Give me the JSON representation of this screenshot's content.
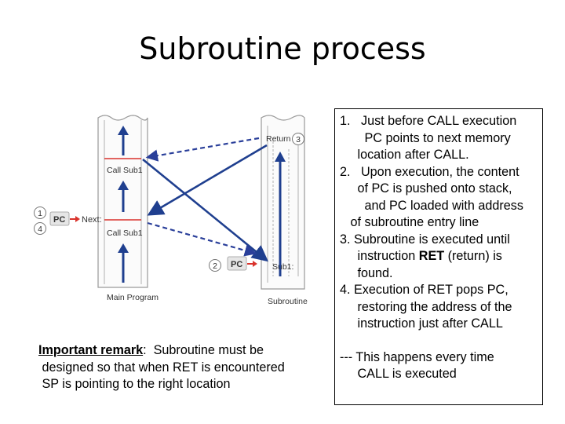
{
  "slide": {
    "title": "Subroutine process"
  },
  "diagram": {
    "main_program_label": "Main Program",
    "subroutine_label": "Subroutine",
    "call_sub1_top": "Call Sub1",
    "call_sub1_bottom": "Call Sub1",
    "next_label": "Next:",
    "pc_label_left": "PC",
    "pc_label_right": "PC",
    "return_label": "Return",
    "sub1_label": "Sub1:",
    "marker_1": "1",
    "marker_2": "2",
    "marker_3": "3",
    "marker_4": "4"
  },
  "steps": {
    "line1": "1.   Just before CALL execution",
    "line2": "       PC points to next memory",
    "line3": "     location after CALL.",
    "line4": "2.   Upon execution, the content",
    "line5": "     of PC is pushed onto stack,",
    "line6": "       and PC loaded with address",
    "line7": "   of subroutine entry line",
    "line8": "3. Subroutine is executed until",
    "line9a": "     instruction ",
    "line9b": "RET",
    "line9c": " (return) is",
    "line10": "     found.",
    "line11": "4. Execution of RET pops PC,",
    "line12": "     restoring the address of the",
    "line13": "     instruction just after CALL",
    "note1": "--- This happens every time",
    "note2": "     CALL is executed"
  },
  "remark": {
    "heading": "Important remark",
    "line1_rest": ":  Subroutine must be",
    "line2": " designed so that when RET is encountered",
    "line3": " SP is pointing to the right location"
  },
  "colors": {
    "arrow_blue": "#1f3f8f",
    "dashed_blue": "#2a3f9a",
    "call_red": "#d9332c",
    "frame_gray": "#9a9a9a"
  }
}
